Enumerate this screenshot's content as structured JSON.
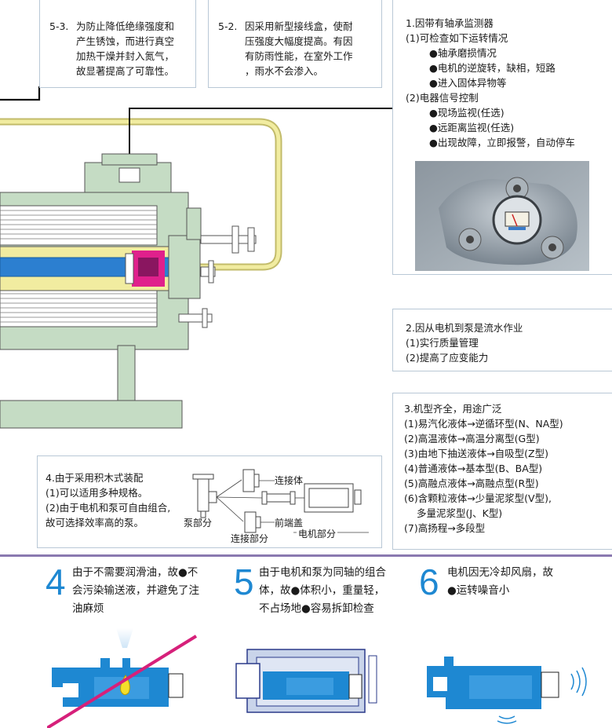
{
  "top_notes": {
    "n53_num": "5-3.",
    "n53_lines": [
      "为防止降低绝缘强度和",
      "产生锈蚀，而进行真空",
      "加热干燥并封入氮气，",
      "故显著提高了可靠性。"
    ],
    "n52_num": "5-2.",
    "n52_lines": [
      "因采用新型接线盒，使耐",
      "压强度大幅度提高。有因",
      "有防雨性能，在室外工作",
      "，雨水不会渗入。"
    ]
  },
  "box1": {
    "title": "1.因带有轴承监测器",
    "sub1": "(1)可检查如下运转情况",
    "items1": [
      "●轴承磨损情况",
      "●电机的逆旋转，缺相，短路",
      "●进入固体异物等"
    ],
    "sub2": "(2)电器信号控制",
    "items2": [
      "●现场监视(任选)",
      "●远距离监视(任选)",
      "●出现故障，立即报警，自动停车"
    ]
  },
  "box2": {
    "title": "2.因从电机到泵是流水作业",
    "lines": [
      "(1)实行质量管理",
      "(2)提高了应变能力"
    ]
  },
  "box3": {
    "title": "3.机型齐全，用途广泛",
    "lines": [
      "(1)易汽化液体→逆循环型(N、NA型)",
      "(2)高温液体→高温分离型(G型)",
      "(3)由地下抽送液体→自吸型(Z型)",
      "(4)普通液体→基本型(B、BA型)",
      "(5)高融点液体→高融点型(R型)",
      "(6)含颗粒液体→少量泥浆型(V型),",
      "多量泥浆型(J、K型)",
      "(7)高扬程→多段型"
    ]
  },
  "box4": {
    "title": "4.由于采用积木式装配",
    "lines": [
      "(1)可以适用多种规格。",
      "(2)由于电机和泵可自由组合,",
      "故可选择效率高的泵。"
    ],
    "labels": {
      "connector": "连接体",
      "front_cover": "前端盖",
      "pump_part": "泵部分",
      "connector_part": "连接部分",
      "motor_part": "电机部分"
    }
  },
  "bottom": {
    "f4_num": "4",
    "f4_lines": [
      "由于不需要润滑油，故●不",
      "会污染输送液，并避免了注",
      "油麻烦"
    ],
    "f5_num": "5",
    "f5_lines": [
      "由于电机和泵为同轴的组合",
      "体，故●体积小，重量轻，",
      "不占场地●容易拆卸检查"
    ],
    "f6_num": "6",
    "f6_lines": [
      "电机因无冷却风扇，故",
      "●运转噪音小"
    ]
  },
  "colors": {
    "blue": "#1e88d2",
    "green": "#c5dcc4",
    "yellow": "#f1eca0",
    "magenta": "#e0208c",
    "divider": "#8a79b0"
  }
}
